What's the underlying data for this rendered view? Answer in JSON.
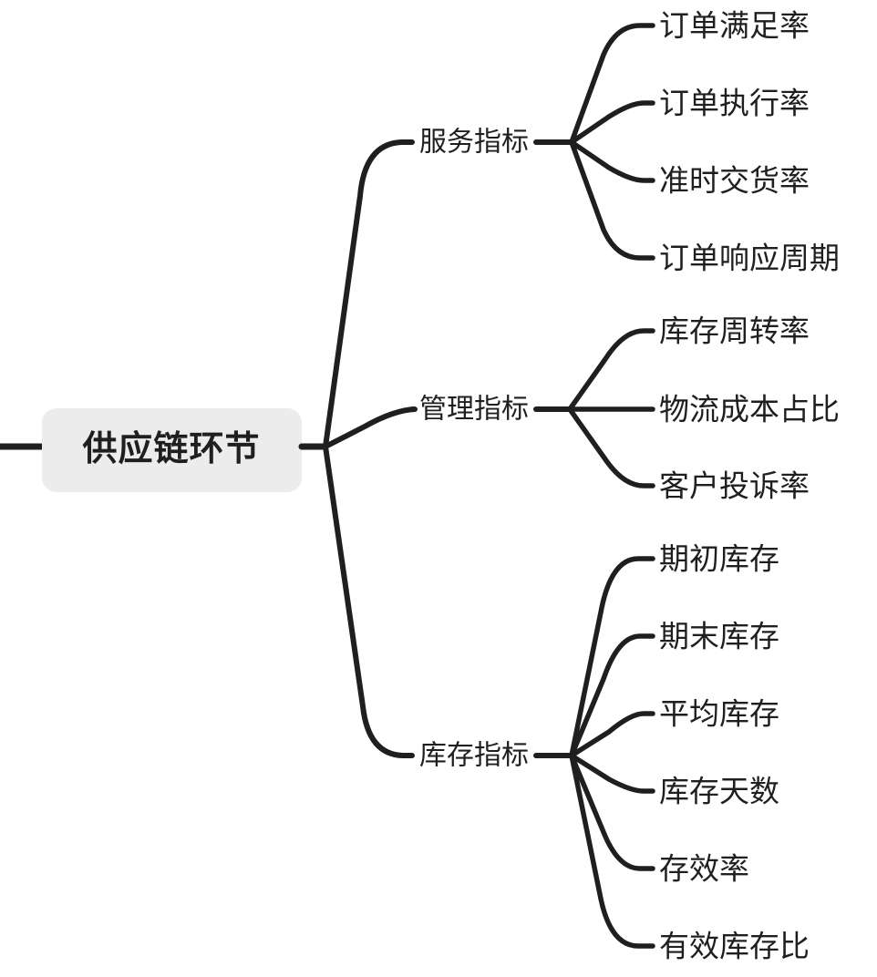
{
  "diagram": {
    "type": "mind-map",
    "orientation": "left-to-right",
    "root": {
      "label": "供应链环节",
      "box_color": "#ececec",
      "text_color": "#1f1f1f"
    },
    "line_color": "#1f1f1f",
    "background_color": "#ffffff",
    "branches": [
      {
        "label": "服务指标",
        "children": [
          {
            "label": "订单满足率"
          },
          {
            "label": "订单执行率"
          },
          {
            "label": "准时交货率"
          },
          {
            "label": "订单响应周期"
          }
        ]
      },
      {
        "label": "管理指标",
        "children": [
          {
            "label": "库存周转率"
          },
          {
            "label": "物流成本占比"
          },
          {
            "label": "客户投诉率"
          }
        ]
      },
      {
        "label": "库存指标",
        "children": [
          {
            "label": "期初库存"
          },
          {
            "label": "期末库存"
          },
          {
            "label": "平均库存"
          },
          {
            "label": "库存天数"
          },
          {
            "label": "存效率"
          },
          {
            "label": "有效库存比"
          }
        ]
      }
    ]
  }
}
